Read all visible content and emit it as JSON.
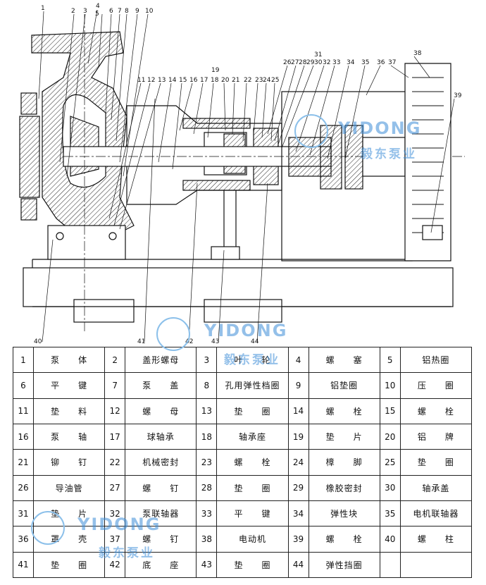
{
  "diagram": {
    "callouts": [
      "1",
      "2",
      "3",
      "4",
      "5",
      "6",
      "7",
      "8",
      "9",
      "10",
      "11",
      "12",
      "13",
      "14",
      "15",
      "16",
      "17",
      "18",
      "19",
      "20",
      "21",
      "22",
      "23",
      "24",
      "25",
      "26",
      "27",
      "28",
      "29",
      "30",
      "31",
      "32",
      "33",
      "34",
      "35",
      "36",
      "37",
      "38",
      "39",
      "40",
      "41",
      "42",
      "43",
      "44"
    ]
  },
  "watermark": {
    "brand_en": "YIDONG",
    "brand_cn": "毅东泵业",
    "badge": "YD"
  },
  "parts": [
    [
      {
        "num": "1",
        "name": "泵　　体"
      },
      {
        "num": "2",
        "name": "盖形螺母"
      },
      {
        "num": "3",
        "name": "叶　　轮"
      },
      {
        "num": "4",
        "name": "螺　　塞"
      },
      {
        "num": "5",
        "name": "铝热圈"
      }
    ],
    [
      {
        "num": "6",
        "name": "平　　键"
      },
      {
        "num": "7",
        "name": "泵　　盖"
      },
      {
        "num": "8",
        "name": "孔用弹性档圈"
      },
      {
        "num": "9",
        "name": "铝垫圈"
      },
      {
        "num": "10",
        "name": "压　　圈"
      }
    ],
    [
      {
        "num": "11",
        "name": "垫　　料"
      },
      {
        "num": "12",
        "name": "螺　　母"
      },
      {
        "num": "13",
        "name": "垫　　圈"
      },
      {
        "num": "14",
        "name": "螺　　栓"
      },
      {
        "num": "15",
        "name": "螺　　栓"
      }
    ],
    [
      {
        "num": "16",
        "name": "泵　　轴"
      },
      {
        "num": "17",
        "name": "球轴承"
      },
      {
        "num": "18",
        "name": "轴承座"
      },
      {
        "num": "19",
        "name": "垫　　片"
      },
      {
        "num": "20",
        "name": "铝　　牌"
      }
    ],
    [
      {
        "num": "21",
        "name": "铆　　钉"
      },
      {
        "num": "22",
        "name": "机械密封"
      },
      {
        "num": "23",
        "name": "螺　　栓"
      },
      {
        "num": "24",
        "name": "樟　　脚"
      },
      {
        "num": "25",
        "name": "垫　　圈"
      }
    ],
    [
      {
        "num": "26",
        "name": "导油管"
      },
      {
        "num": "27",
        "name": "螺　　钉"
      },
      {
        "num": "28",
        "name": "垫　　圈"
      },
      {
        "num": "29",
        "name": "橡胶密封"
      },
      {
        "num": "30",
        "name": "轴承盖"
      }
    ],
    [
      {
        "num": "31",
        "name": "垫　　片"
      },
      {
        "num": "32",
        "name": "泵联轴器"
      },
      {
        "num": "33",
        "name": "平　　键"
      },
      {
        "num": "34",
        "name": "弹性块"
      },
      {
        "num": "35",
        "name": "电机联轴器"
      }
    ],
    [
      {
        "num": "36",
        "name": "罩　　壳"
      },
      {
        "num": "37",
        "name": "螺　　钉"
      },
      {
        "num": "38",
        "name": "电动机"
      },
      {
        "num": "39",
        "name": "螺　　栓"
      },
      {
        "num": "40",
        "name": "螺　　柱"
      }
    ],
    [
      {
        "num": "41",
        "name": "垫　　圈"
      },
      {
        "num": "42",
        "name": "底　　座"
      },
      {
        "num": "43",
        "name": "垫　　圈"
      },
      {
        "num": "44",
        "name": "弹性挡圈"
      },
      {
        "num": "",
        "name": ""
      }
    ]
  ]
}
